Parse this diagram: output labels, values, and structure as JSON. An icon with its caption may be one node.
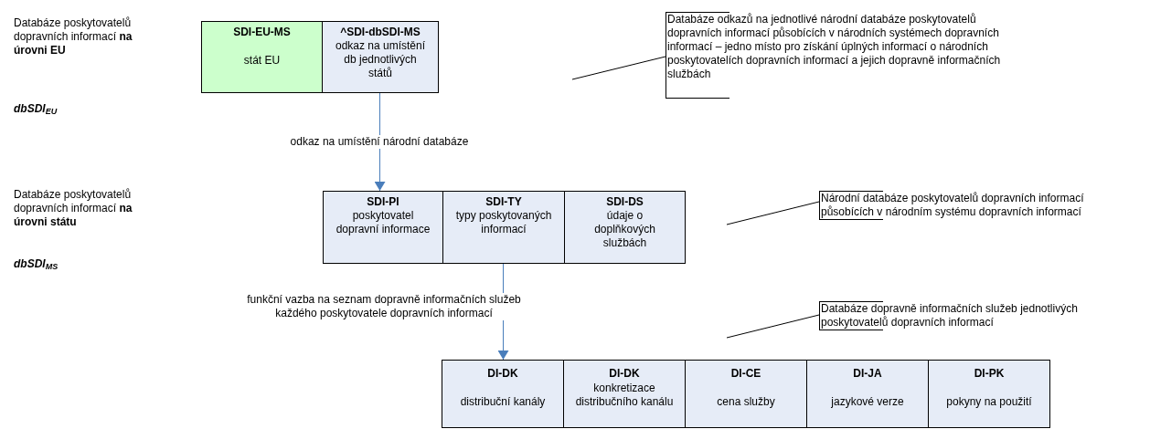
{
  "diagram": {
    "nodes": [
      {
        "text": [
          "SDI-EU-MS",
          "stát EU"
        ]
      },
      {
        "text": [
          "^SDI-dbSDI-MS",
          "odkaz na umístění db jednotlivých států"
        ]
      },
      {
        "text": [
          "SDI-PI",
          "poskytovatel dopravní informace"
        ]
      },
      {
        "text": [
          "SDI-TY",
          "typy poskytovaných informací"
        ]
      },
      {
        "text": [
          "SDI-DS",
          "údaje o doplňkových službách"
        ]
      },
      {
        "text": [
          "DI-DK",
          "distribuční kanály"
        ]
      },
      {
        "text": [
          "DI-DK",
          "konkretizace distribučního kanálu"
        ]
      },
      {
        "text": [
          "DI-CE",
          "cena služby"
        ]
      },
      {
        "text": [
          "DI-JA",
          "jazykové verze"
        ]
      },
      {
        "text": [
          "DI-PK",
          "pokyny na použití"
        ]
      },
      {
        "text": [
          "Databáze odkazů na jednotlivé národní databáze poskytovatelů dopravních informací působících v národních systémech dopravních informací – jedno místo pro získání úplných informací o národních poskytovatelích dopravních informací a jejich dopravně informačních službách"
        ]
      },
      {
        "text": [
          "Národní databáze poskytovatelů dopravních informací působících v národním systému dopravních informací"
        ]
      },
      {
        "text": [
          "Databáze dopravně informačních služeb jednotlivých poskytovatelů dopravních informací"
        ]
      }
    ],
    "edges": [
      {
        "from": 1,
        "to": 2,
        "arrow": "to",
        "color": "#4a7ebb",
        "label": "odkaz na umístění národní databáze"
      },
      {
        "from": 3,
        "to": 5,
        "arrow": "to",
        "color": "#4a7ebb",
        "label": "funkční vazba na seznam dopravně informačních služeb každého poskytovatele dopravních informací"
      },
      {
        "from": 10,
        "to": null,
        "arrow": "none"
      },
      {
        "from": 11,
        "to": null,
        "arrow": "none"
      },
      {
        "from": 12,
        "to": null,
        "arrow": "none"
      }
    ],
    "labels": [
      "Databáze poskytovatelů dopravních informací **na úrovni EU**",
      "dbSDI$_{EU}$",
      "Databáze poskytovatelů dopravních informací **na úrovni státu**",
      "dbSDI$_{MS}$"
    ]
  }
}
